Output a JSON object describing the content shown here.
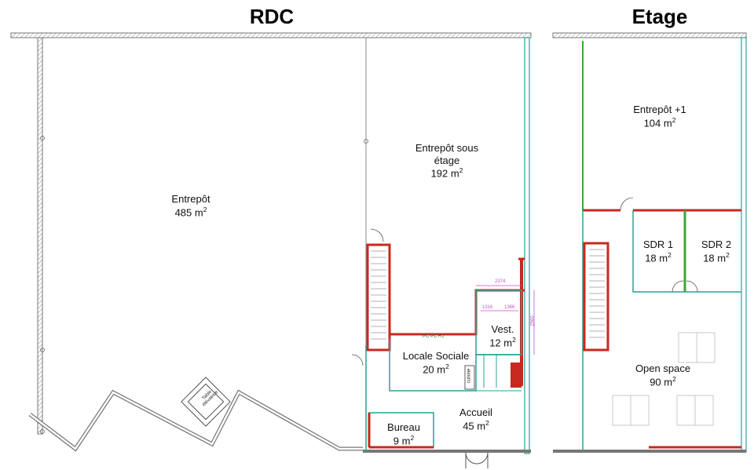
{
  "titles": {
    "ground": "RDC",
    "upper": "Etage"
  },
  "rooms": {
    "entrepot": {
      "name": "Entrepôt",
      "area": "485 m",
      "unit_exp": "2"
    },
    "entrepot_sous": {
      "name1": "Entrepôt sous",
      "name2": "étage",
      "area": "192 m",
      "unit_exp": "2"
    },
    "locale": {
      "name": "Locale Sociale",
      "area": "20 m",
      "unit_exp": "2"
    },
    "vest": {
      "name": "Vest.",
      "area": "12 m",
      "unit_exp": "2"
    },
    "accueil": {
      "name": "Accueil",
      "area": "45 m",
      "unit_exp": "2"
    },
    "bureau": {
      "name": "Bureau",
      "area": "9 m",
      "unit_exp": "2"
    },
    "entrepot_1": {
      "name": "Entrepôt +1",
      "area": "104 m",
      "unit_exp": "2"
    },
    "sdr1": {
      "name": "SDR 1",
      "area": "18 m",
      "unit_exp": "2"
    },
    "sdr2": {
      "name": "SDR 2",
      "area": "18 m",
      "unit_exp": "2"
    },
    "open": {
      "name": "Open space",
      "area": "90 m",
      "unit_exp": "2"
    }
  },
  "annotations": {
    "table": "Table élévatrice",
    "cuisine": "cuisine",
    "dim_top": "2374",
    "dim_a": "1316",
    "dim_b": "1366",
    "dim_side": "2560",
    "pc": "PC PC RJ"
  },
  "colors": {
    "wall": "#7a7a7a",
    "red": "#c8281e",
    "teal": "#2aa198",
    "green": "#3aa63a",
    "dim": "#c84fc8"
  }
}
